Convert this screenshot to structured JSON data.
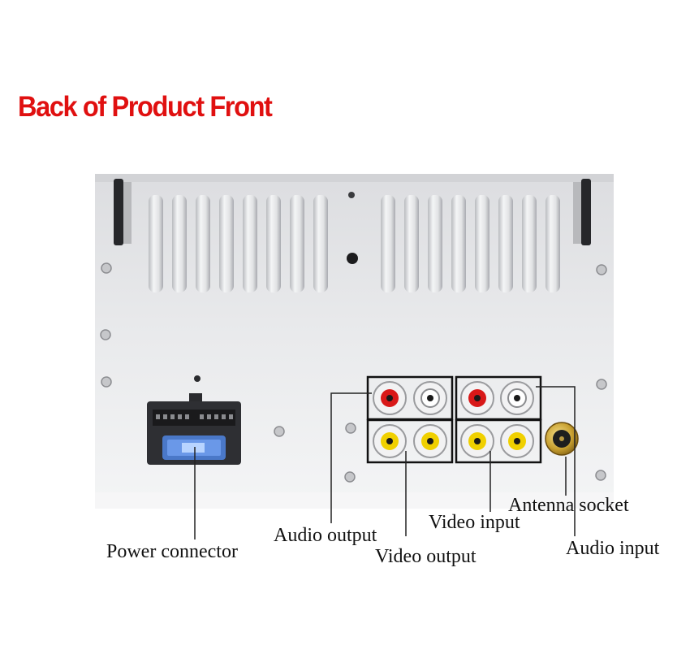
{
  "title": "Back of Product Front",
  "labels": {
    "power_connector": "Power connector",
    "audio_output": "Audio output",
    "video_output": "Video output",
    "video_input": "Video input",
    "antenna_socket": "Antenna socket",
    "audio_input": "Audio input"
  },
  "colors": {
    "title": "#e01010",
    "panel": "#e8e9eb",
    "rca_red": "#d81818",
    "rca_white": "#ffffff",
    "rca_yellow": "#f0d000",
    "connector_blue": "#4a78c8",
    "antenna_gold": "#c8a030"
  }
}
